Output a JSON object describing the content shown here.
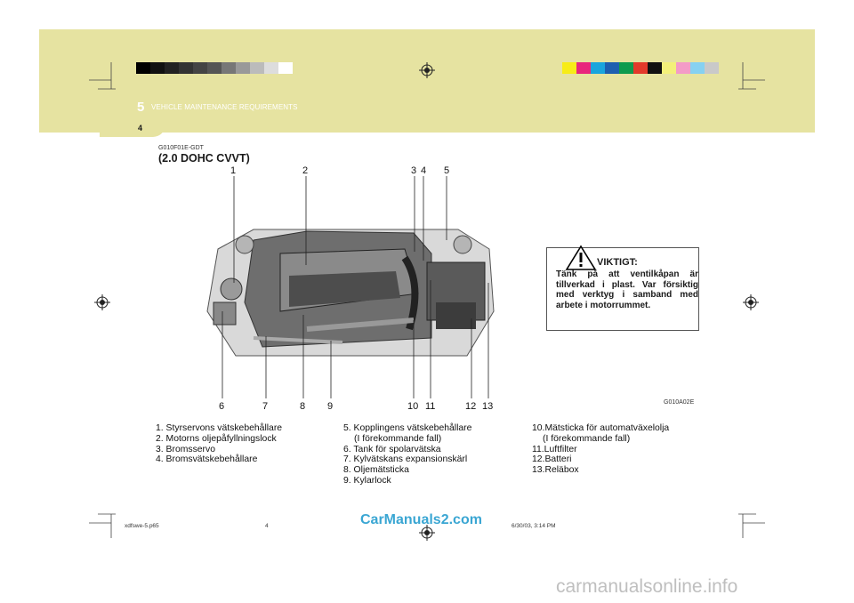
{
  "header": {
    "section_number": "5",
    "section_title": "VEHICLE MAINTENANCE REQUIREMENTS",
    "page_number": "4",
    "band_color": "#e6e3a1"
  },
  "figure": {
    "code_top": "G010F01E-GDT",
    "heading": "(2.0 DOHC CVVT)",
    "code_bottom": "G010A02E",
    "top_numbers": [
      "1",
      "2",
      "3",
      "4",
      "5"
    ],
    "bottom_numbers": [
      "6",
      "7",
      "8",
      "9",
      "10",
      "11",
      "12",
      "13"
    ]
  },
  "legend": {
    "col1": [
      "1. Styrservons vätskebehållare",
      "2. Motorns oljepåfyllningslock",
      "3. Bromsservo",
      "4. Bromsvätskebehållare"
    ],
    "col2_first": "5. Kopplingens vätskebehållare",
    "col2_first_sub": "(I förekommande fall)",
    "col2_rest": [
      "6. Tank för spolarvätska",
      "7. Kylvätskans expansionskärl",
      "8. Oljemätsticka",
      "9. Kylarlock"
    ],
    "col3_first": "10.Mätsticka för automatväxelolja",
    "col3_first_sub": "(I förekommande fall)",
    "col3_rest": [
      "11.Luftfilter",
      "12.Batteri",
      "13.Reläbox"
    ]
  },
  "warning": {
    "title": "VIKTIGT:",
    "text": "Tänk på att ventilkåpan är tillverkad i plast. Var försiktig med verktyg i samband med arbete i motorrummet."
  },
  "footer": {
    "file": "xdfswe-5.p65",
    "page": "4",
    "date": "6/30/03, 3:14 PM",
    "watermark": "CarManuals2.com",
    "site": "carmanualsonline.info"
  }
}
